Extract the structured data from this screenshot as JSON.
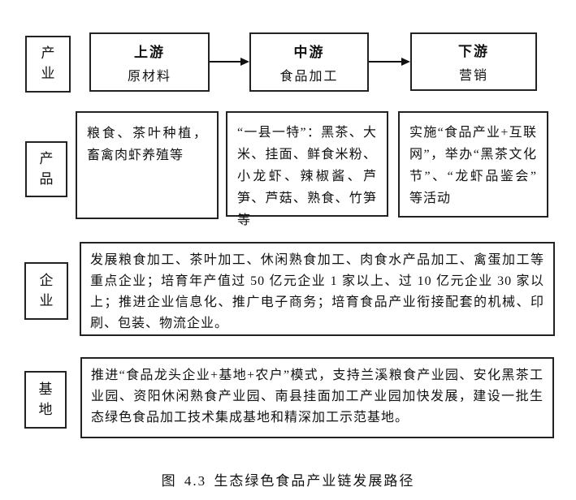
{
  "figure": {
    "caption": "图 4.3 生态绿色食品产业链发展路径"
  },
  "rows": [
    {
      "label": "产业",
      "boxes": [
        {
          "title": "上游",
          "subtitle": "原材料"
        },
        {
          "title": "中游",
          "subtitle": "食品加工"
        },
        {
          "title": "下游",
          "subtitle": "营销"
        }
      ]
    },
    {
      "label": "产品",
      "boxes": [
        {
          "text": "粮食、茶叶种植，畜禽肉虾养殖等"
        },
        {
          "text": "“一县一特”：黑茶、大米、挂面、鲜食米粉、小龙虾、辣椒酱、芦笋、芦菇、熟食、竹笋等"
        },
        {
          "text": "实施“食品产业+互联网”，举办“黑茶文化节”、“龙虾品鉴会”等活动"
        }
      ]
    },
    {
      "label": "企业",
      "text": "发展粮食加工、茶叶加工、休闲熟食加工、肉食水产品加工、禽蛋加工等重点企业；培育年产值过 50 亿元企业 1 家以上、过 10 亿元企业 30 家以上；推进企业信息化、推广电子商务；培育食品产业衔接配套的机械、印刷、包装、物流企业。"
    },
    {
      "label": "基地",
      "text": "推进“食品龙头企业+基地+农户”模式，支持兰溪粮食产业园、安化黑茶工业园、资阳休闲熟食产业园、南县挂面加工产业园加快发展，建设一批生态绿色食品加工技术集成基地和精深加工示范基地。"
    }
  ],
  "colors": {
    "border": "#222222",
    "text": "#111111",
    "background": "#ffffff"
  }
}
